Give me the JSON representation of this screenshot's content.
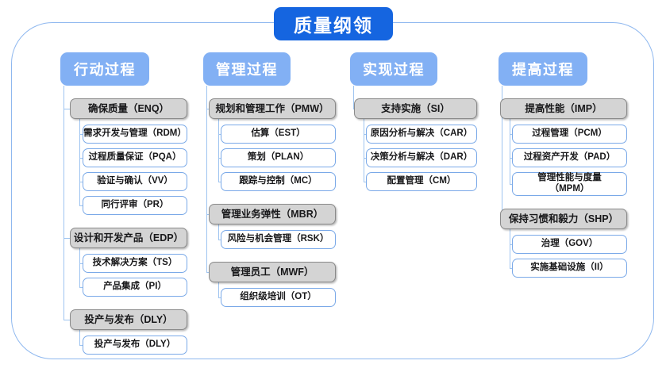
{
  "diagram": {
    "root_title": "质量纲领",
    "colors": {
      "root_fill": "#1565E0",
      "column_head_fill": "#82B0F4",
      "group_fill": "#d4d4d4",
      "group_border": "#8a8a8a",
      "leaf_border": "#7aa9e8",
      "connector": "#9ec4f0",
      "frame_border": "#8fb8ef"
    },
    "columns": [
      {
        "id": "action",
        "label": "行动过程",
        "groups": [
          {
            "label": "确保质量（ENQ）",
            "children": [
              "需求开发与管理（RDM）",
              "过程质量保证（PQA）",
              "验证与确认（VV）",
              "同行评审（PR）"
            ]
          },
          {
            "label": "设计和开发产品（EDP）",
            "children": [
              "技术解决方案（TS）",
              "产品集成（PI）"
            ]
          },
          {
            "label": "投产与发布（DLY）",
            "children": [
              "投产与发布（DLY）"
            ]
          }
        ]
      },
      {
        "id": "management",
        "label": "管理过程",
        "groups": [
          {
            "label": "规划和管理工作（PMW）",
            "children": [
              "估算（EST）",
              "策划（PLAN）",
              "跟踪与控制（MC）"
            ]
          },
          {
            "label": "管理业务弹性（MBR）",
            "children": [
              "风险与机会管理（RSK）"
            ]
          },
          {
            "label": "管理员工（MWF）",
            "children": [
              "组织级培训（OT）"
            ]
          }
        ]
      },
      {
        "id": "implementation",
        "label": "实现过程",
        "groups": [
          {
            "label": "支持实施（SI）",
            "children": [
              "原因分析与解决（CAR）",
              "决策分析与解决（DAR）",
              "配置管理（CM）"
            ]
          }
        ]
      },
      {
        "id": "improvement",
        "label": "提高过程",
        "groups": [
          {
            "label": "提高性能（IMP）",
            "children": [
              "过程管理（PCM）",
              "过程资产开发（PAD）",
              "管理性能与度量（MPM）"
            ]
          },
          {
            "label": "保持习惯和毅力（SHP）",
            "children": [
              "治理（GOV）",
              "实施基础设施（II）"
            ]
          }
        ]
      }
    ]
  }
}
